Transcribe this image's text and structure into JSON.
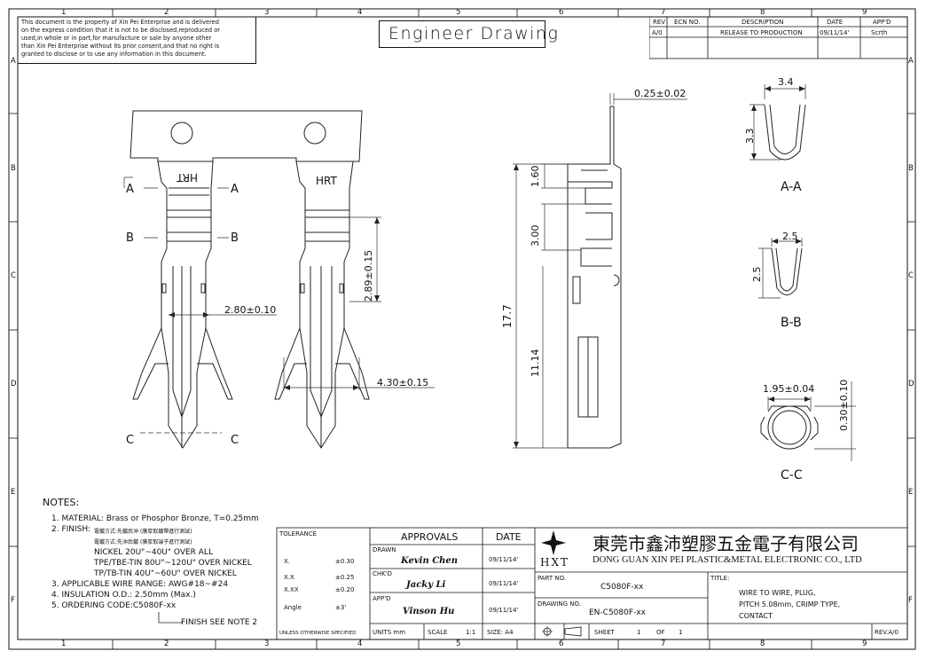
{
  "frame": {
    "col_numbers": [
      "1",
      "2",
      "3",
      "4",
      "5",
      "6",
      "7",
      "8",
      "9"
    ],
    "row_letters": [
      "A",
      "B",
      "C",
      "D",
      "E",
      "F"
    ]
  },
  "disclaimer": {
    "lines": [
      "This document is the property of Xin Pei Enterprise and is delivered",
      "on the express condition that it is not to be disclosed,reproduced or",
      "used,in whole or in part,for manufacture or sale by anyone other",
      "than Xin Pei Enterprise without its prior consent,and that no right is",
      "granted to disclose or to use any information in this document."
    ]
  },
  "header": {
    "title": "Engineer Drawing"
  },
  "revision_table": {
    "headers": [
      "REV",
      "ECN NO.",
      "DESCRIPTION",
      "DATE",
      "APP'D"
    ],
    "row": [
      "A/0",
      "",
      "RELEASE TO PRODUCTION",
      "09/11/14'",
      "Scrth"
    ]
  },
  "views": {
    "front_marking": "HRT",
    "back_marking": "HRT",
    "section_markers": [
      "A",
      "A",
      "B",
      "B",
      "C",
      "C"
    ],
    "section_labels": [
      "A-A",
      "B-B",
      "C-C"
    ]
  },
  "dimensions": {
    "width_280": "2.80±0.10",
    "len_289": "2.89±0.15",
    "len_430": "4.30±0.15",
    "thk_025": "0.25±0.02",
    "len_160": "1.60",
    "len_300": "3.00",
    "len_177": "17.7",
    "len_1114": "11.14",
    "aa_w": "3.4",
    "aa_h": "3.3",
    "bb_w": "2.5",
    "bb_h": "2.5",
    "cc_w": "1.95±0.04",
    "cc_h": "0.30±0.10"
  },
  "notes": {
    "heading": "NOTES:",
    "n1": "1. MATERIAL: Brass or Phosphor Bronze, T=0.25mm",
    "n2": "2. FINISH:",
    "n2_cn1": "電鍍方式:先鍍后沖 (膜厚取鍍帶進行測試)",
    "n2_cn2": "電鍍方式:先沖后鍍 (膜厚取端子進行測試)",
    "n2_a": "NICKEL 20U\"~40U\" OVER ALL",
    "n2_b": "TPE/TBE-TIN 80U\"~120U\" OVER NICKEL",
    "n2_c": "TP/TB-TIN 40U\"~60U\" OVER NICKEL",
    "n3": "3. APPLICABLE WIRE RANGE: AWG#18~#24",
    "n4": "4. INSULATION O.D.: 2.50mm (Max.)",
    "n5": "5. ORDERING CODE:C5080F-xx",
    "n5_sub": "FINISH SEE NOTE 2"
  },
  "tolerance": {
    "heading": "TOLERANCE",
    "rows": [
      {
        "k": "X.",
        "v": "±0.30"
      },
      {
        "k": "X.X",
        "v": "±0.25"
      },
      {
        "k": "X.XX",
        "v": "±0.20"
      },
      {
        "k": "Angle",
        "v": "±3'"
      }
    ],
    "footer": "UNLESS OTHERWISE SPECIFIED"
  },
  "approvals": {
    "heading": "APPROVALS",
    "date_heading": "DATE",
    "drawn_label": "DRAWN",
    "drawn_name": "Kevin Chen",
    "drawn_date": "09/11/14'",
    "chk_label": "CHK'D",
    "chk_name": "Jacky Li",
    "chk_date": "09/11/14'",
    "app_label": "APP'D",
    "app_name": "Vinson Hu",
    "app_date": "09/11/14'",
    "units": "UNITS  mm",
    "scale_label": "SCALE",
    "scale_value": "1:1",
    "size": "SIZE: A4",
    "sheet_label": "SHEET",
    "sheet_num": "1",
    "of_label": "OF",
    "of_num": "1"
  },
  "company": {
    "logo_text": "HXT",
    "name_cn": "東莞市鑫沛塑膠五金電子有限公司",
    "name_en": "DONG GUAN XIN PEI PLASTIC&METAL ELECTRONIC CO., LTD"
  },
  "part": {
    "part_label": "PART NO.",
    "part_no": "C5080F-xx",
    "drawing_label": "DRAWING NO.",
    "drawing_no": "EN-C5080F-xx",
    "title_label": "TITLE:",
    "title_1": "WIRE TO WIRE, PLUG,",
    "title_2": "PITCH 5.08mm, CRIMP TYPE,",
    "title_3": "CONTACT",
    "rev": "REV.A/0"
  }
}
